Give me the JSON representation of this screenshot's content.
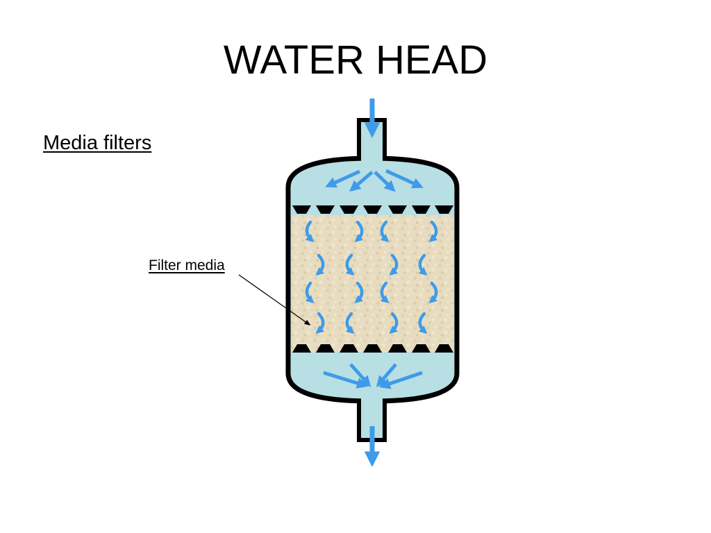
{
  "title": "WATER HEAD",
  "subtitle": "Media filters",
  "callout": {
    "label": "Filter media"
  },
  "colors": {
    "water": "#b7dfe4",
    "flow_arrow": "#3f9be8",
    "media": "#e8dcc0",
    "outline": "#000000"
  },
  "icons": {
    "inlet": "arrow-down-icon",
    "outlet": "arrow-down-icon",
    "swirl": "curved-arrow-icon"
  }
}
